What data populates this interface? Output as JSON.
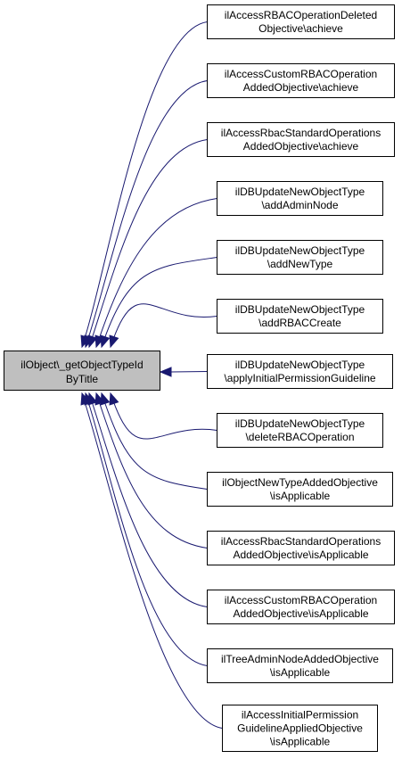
{
  "focus_node": {
    "lines": [
      "ilObject\\_getObjectTypeId",
      "ByTitle"
    ]
  },
  "callers": [
    {
      "lines": [
        "ilAccessRBACOperationDeleted",
        "Objective\\achieve"
      ]
    },
    {
      "lines": [
        "ilAccessCustomRBACOperation",
        "AddedObjective\\achieve"
      ]
    },
    {
      "lines": [
        "ilAccessRbacStandardOperations",
        "AddedObjective\\achieve"
      ]
    },
    {
      "lines": [
        "ilDBUpdateNewObjectType",
        "\\addAdminNode"
      ]
    },
    {
      "lines": [
        "ilDBUpdateNewObjectType",
        "\\addNewType"
      ]
    },
    {
      "lines": [
        "ilDBUpdateNewObjectType",
        "\\addRBACCreate"
      ]
    },
    {
      "lines": [
        "ilDBUpdateNewObjectType",
        "\\applyInitialPermissionGuideline"
      ]
    },
    {
      "lines": [
        "ilDBUpdateNewObjectType",
        "\\deleteRBACOperation"
      ]
    },
    {
      "lines": [
        "ilObjectNewTypeAddedObjective",
        "\\isApplicable"
      ]
    },
    {
      "lines": [
        "ilAccessRbacStandardOperations",
        "AddedObjective\\isApplicable"
      ]
    },
    {
      "lines": [
        "ilAccessCustomRBACOperation",
        "AddedObjective\\isApplicable"
      ]
    },
    {
      "lines": [
        "ilTreeAdminNodeAddedObjective",
        "\\isApplicable"
      ]
    },
    {
      "lines": [
        "ilAccessInitialPermission",
        "GuidelineAppliedObjective",
        "\\isApplicable"
      ]
    }
  ],
  "colors": {
    "edge": "#191970",
    "focus_fill": "#bfbfbf",
    "node_fill": "#ffffff"
  }
}
